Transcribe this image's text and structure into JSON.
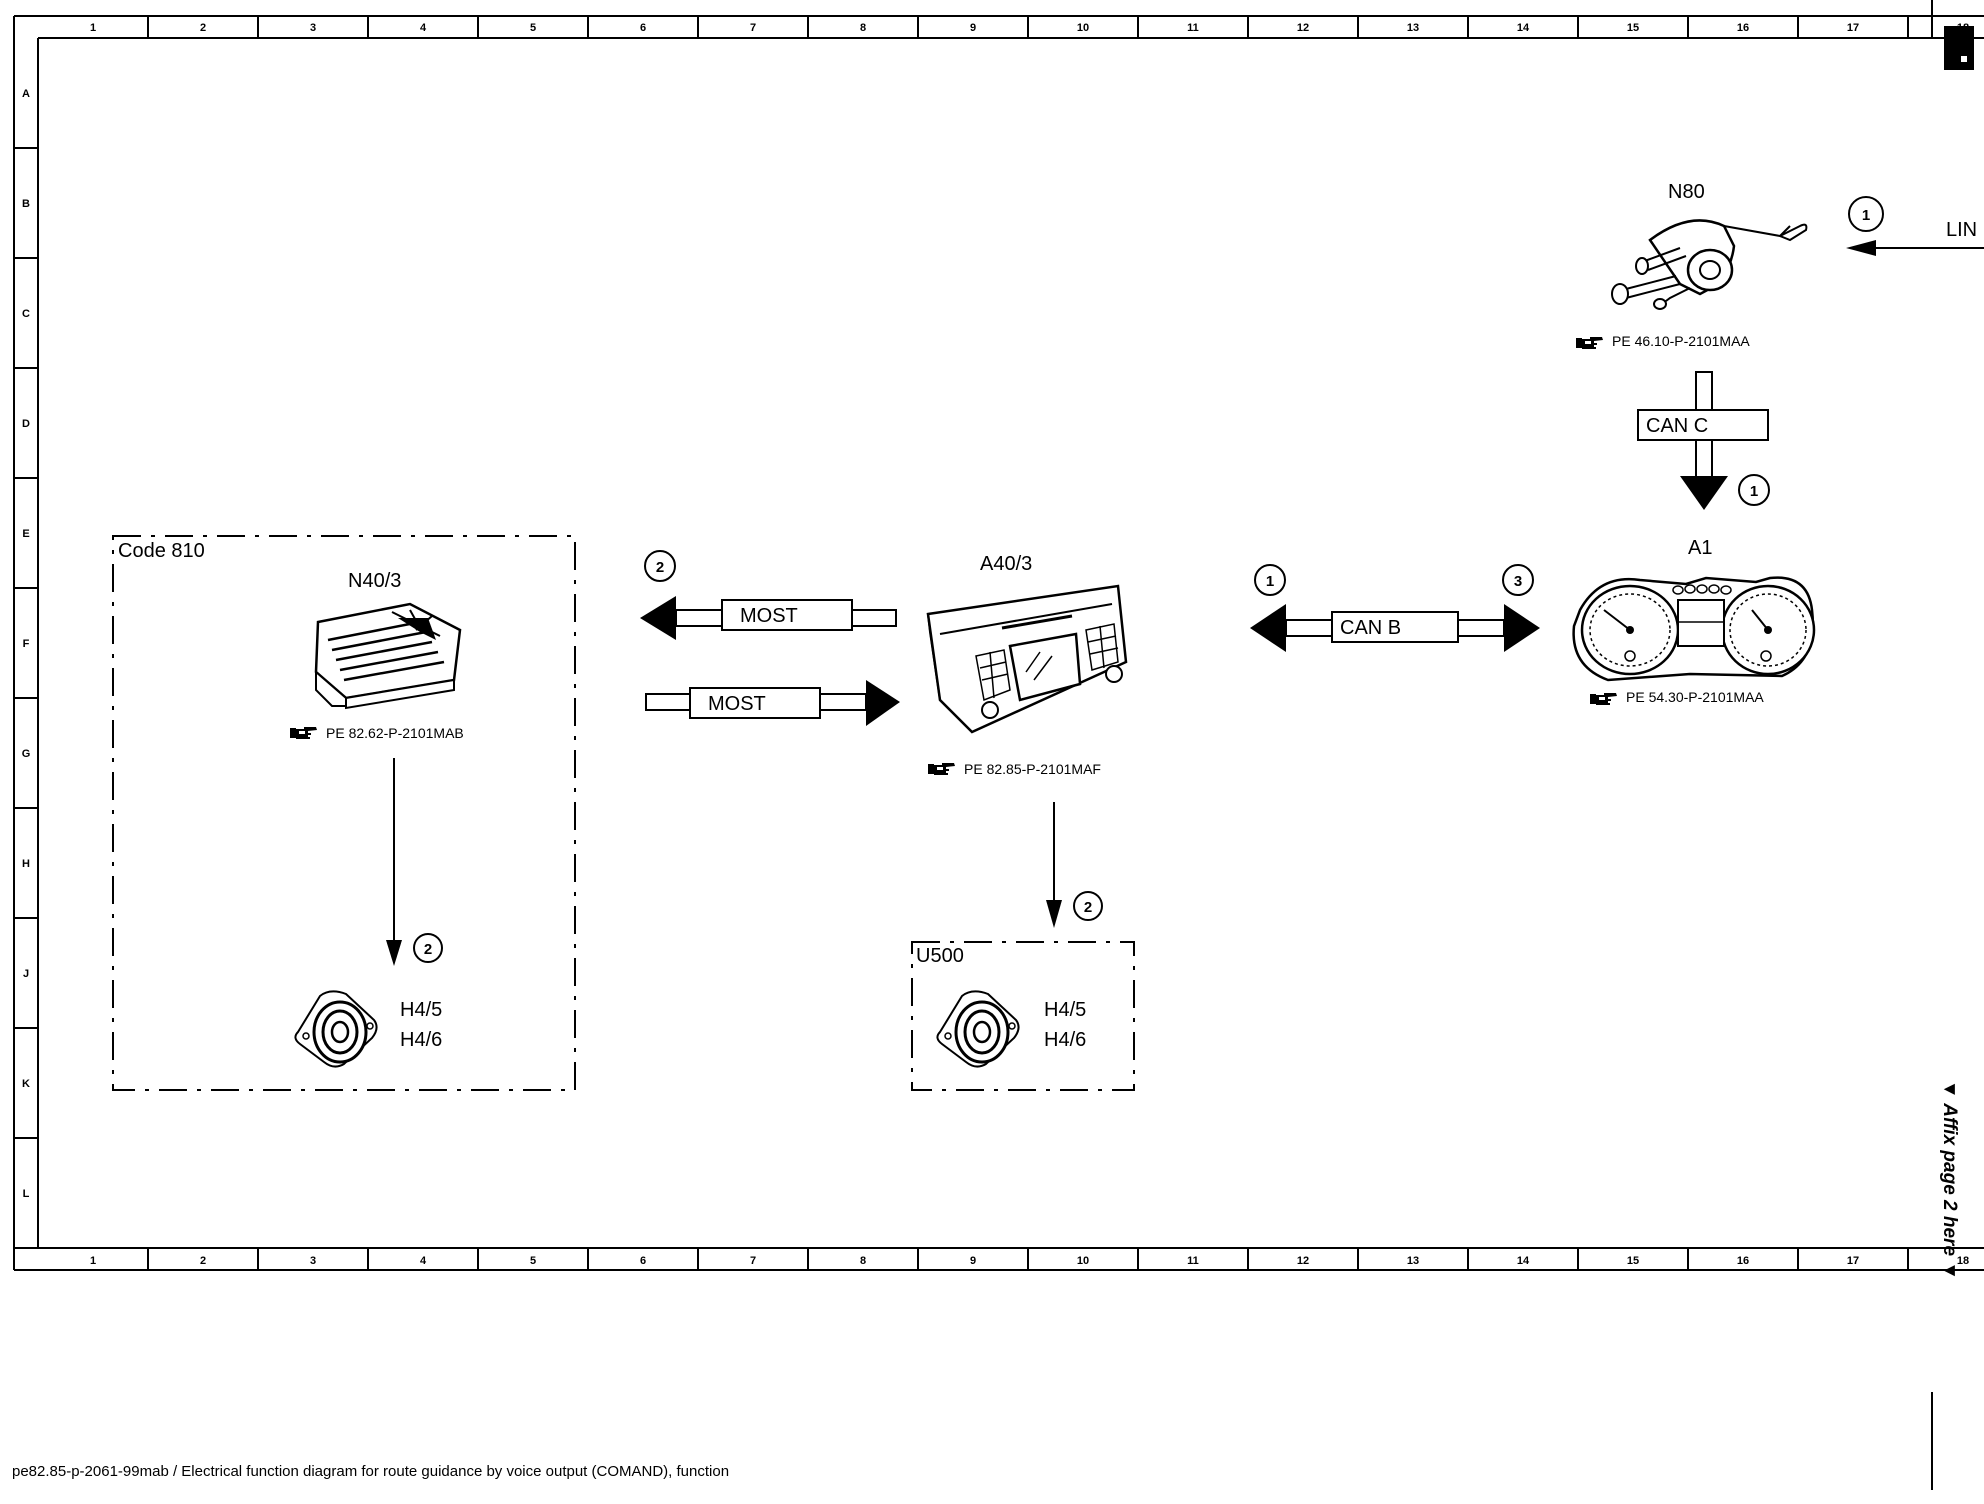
{
  "grid": {
    "columns": [
      "1",
      "2",
      "3",
      "4",
      "5",
      "6",
      "7",
      "8",
      "9",
      "10",
      "11",
      "12",
      "13",
      "14",
      "15",
      "16",
      "17",
      "18"
    ],
    "rows": [
      "A",
      "B",
      "C",
      "D",
      "E",
      "F",
      "G",
      "H",
      "J",
      "K",
      "L"
    ]
  },
  "groups": {
    "code810": "Code 810",
    "u500": "U500"
  },
  "components": {
    "n40_3": {
      "label": "N40/3",
      "ref": "PE 82.62-P-2101MAB",
      "icon": "amplifier-icon"
    },
    "a40_3": {
      "label": "A40/3",
      "ref": "PE 82.85-P-2101MAF",
      "icon": "comand-head-unit-icon"
    },
    "n80": {
      "label": "N80",
      "ref": "PE 46.10-P-2101MAA",
      "icon": "steering-column-switch-icon"
    },
    "a1": {
      "label": "A1",
      "ref": "PE 54.30-P-2101MAA",
      "icon": "instrument-cluster-icon"
    },
    "speakers_left": {
      "line1": "H4/5",
      "line2": "H4/6",
      "icon": "speaker-icon"
    },
    "speakers_right": {
      "line1": "H4/5",
      "line2": "H4/6",
      "icon": "speaker-icon"
    }
  },
  "buses": {
    "most_top": "MOST",
    "most_bottom": "MOST",
    "can_b": "CAN B",
    "can_c": "CAN C",
    "lin": "LIN E"
  },
  "step_markers": {
    "lin": "1",
    "can_c": "1",
    "most_out": "2",
    "can_b_left": "1",
    "can_b_right": "3",
    "a40_to_speaker": "2",
    "n40_to_speaker": "2"
  },
  "caption": "pe82.85-p-2061-99mab / Electrical function diagram for route guidance by voice output (COMAND), function",
  "affix_note": "▼ Affix page 2 here ▼"
}
